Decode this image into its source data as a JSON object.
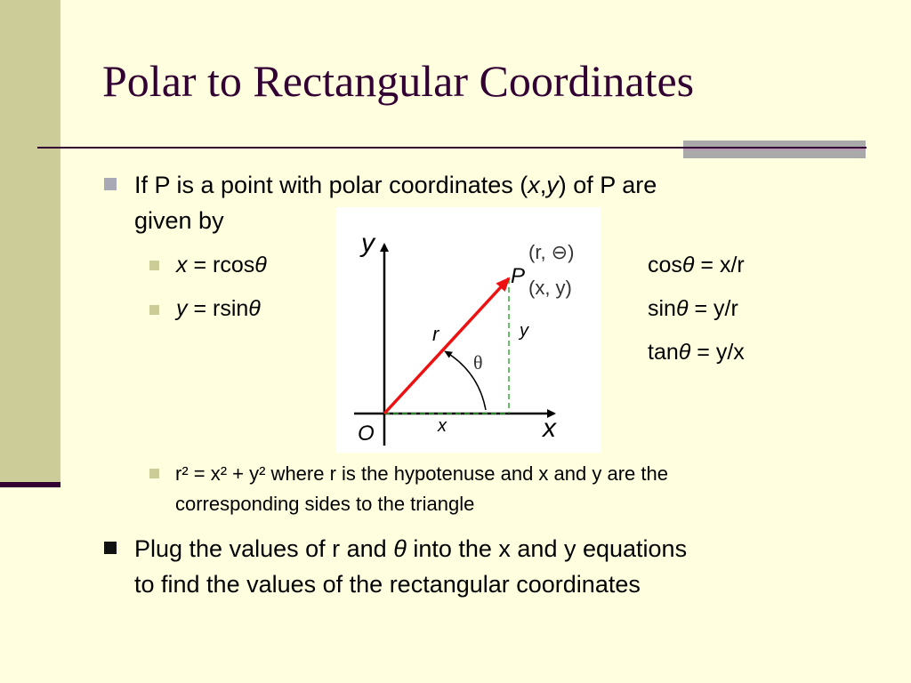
{
  "slide": {
    "title": "Polar to Rectangular Coordinates",
    "colors": {
      "background": "#FFFFE0",
      "sidebar": "#CCCC99",
      "title_text": "#330033",
      "rule": "#330033",
      "rule_accent": "#A9A9A9",
      "bullet_level1": "#A9A9B5",
      "bullet_level2": "#CCCC99",
      "bullet_dark": "#111111",
      "vector_red": "#EE1111",
      "dashed_green": "#33AA33"
    },
    "bullets": [
      {
        "level": 1,
        "line1_pre": "If P is a point with polar coordinates (",
        "line1_x": "x",
        "line1_comma": ",",
        "line1_y": "y",
        "line1_post": ") of P are",
        "line2": "given by"
      },
      {
        "level": 2,
        "var": "x",
        "rest": " = rcos",
        "theta": "θ"
      },
      {
        "level": 2,
        "var": "y",
        "rest": " = rsin",
        "theta": "θ"
      },
      {
        "level": 2,
        "line1": "r² = x² + y² where r is the hypotenuse and x and y are the",
        "line2": "corresponding sides to the triangle"
      },
      {
        "level": 1,
        "line1_pre": "Plug the values of r and ",
        "line1_theta": "θ",
        "line1_post": " into the x and y equations",
        "line2": "to find the values of the rectangular coordinates"
      }
    ],
    "trig": [
      {
        "fn": "cos",
        "theta": "θ",
        "rest": " = x/r"
      },
      {
        "fn": "sin",
        "theta": "θ",
        "rest": " = y/r"
      },
      {
        "fn": "tan",
        "theta": "θ",
        "rest": " = y/x"
      }
    ],
    "figure": {
      "y_axis_label": "y",
      "x_axis_label": "x",
      "origin_label": "O",
      "point_label": "P",
      "polar_label": "(r, ⊖)",
      "rect_label": "(x,  y)",
      "r_label": "r",
      "theta_label": "θ",
      "x_leg_label": "x",
      "y_leg_label": "y"
    }
  }
}
